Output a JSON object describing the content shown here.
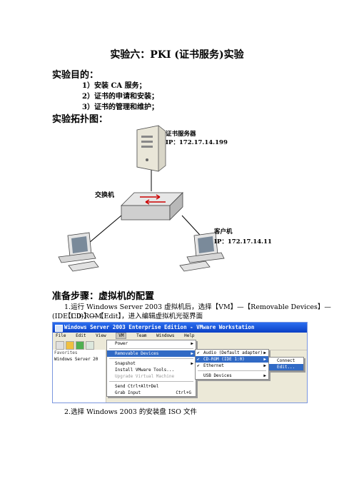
{
  "title": "实验六：PKI (证书服务)实验",
  "sections": {
    "goal_heading": "实验目的：",
    "goals": [
      "1）安装 CA 服务；",
      "2）证书的申请和安装；",
      "3）证书的管理和维护；"
    ],
    "topology_heading": "实验拓扑图：",
    "prep_heading": "准备步骤：虚拟机的配置"
  },
  "topology": {
    "server_label": "证书服务器",
    "server_ip": "IP：172.17.14.199",
    "switch_label": "交换机",
    "client_label": "客户机",
    "client_ip": "IP：172.17.14.11"
  },
  "steps": {
    "step1_line1": "1.运行 Windows Server 2003 虚拟机后，选择【VM】—【Removable Devices】—【CD-ROM",
    "step1_line2": "(IDE 1:0)】—【Edit】，进入编辑虚拟机光驱界面",
    "step2": "2.选择 Windows 2003 的安装盘 ISO 文件"
  },
  "screenshot": {
    "window_title": "Windows Server 2003 Enterprise Edition - VMware Workstation",
    "menubar": [
      "File",
      "Edit",
      "View",
      "VM",
      "Team",
      "Windows",
      "Help"
    ],
    "favorites_label": "Favorites",
    "favorites_item": "Windows Server 20",
    "vm_menu": [
      "Power",
      "Removable Devices",
      "Snapshot",
      "Install VMware Tools...",
      "Upgrade Virtual Machine",
      "Send Ctrl+Alt+Del",
      "Grab Input"
    ],
    "grab_shortcut": "Ctrl+G",
    "devices_menu": [
      "Audio (Default adapter)",
      "CD-ROM (IDE 1:0)",
      "Ethernet",
      "USB Devices"
    ],
    "cdrom_menu": [
      "Connect",
      "Edit..."
    ]
  },
  "colors": {
    "menu_highlight": "#316ac5",
    "titlebar": "#0a3fc4"
  }
}
